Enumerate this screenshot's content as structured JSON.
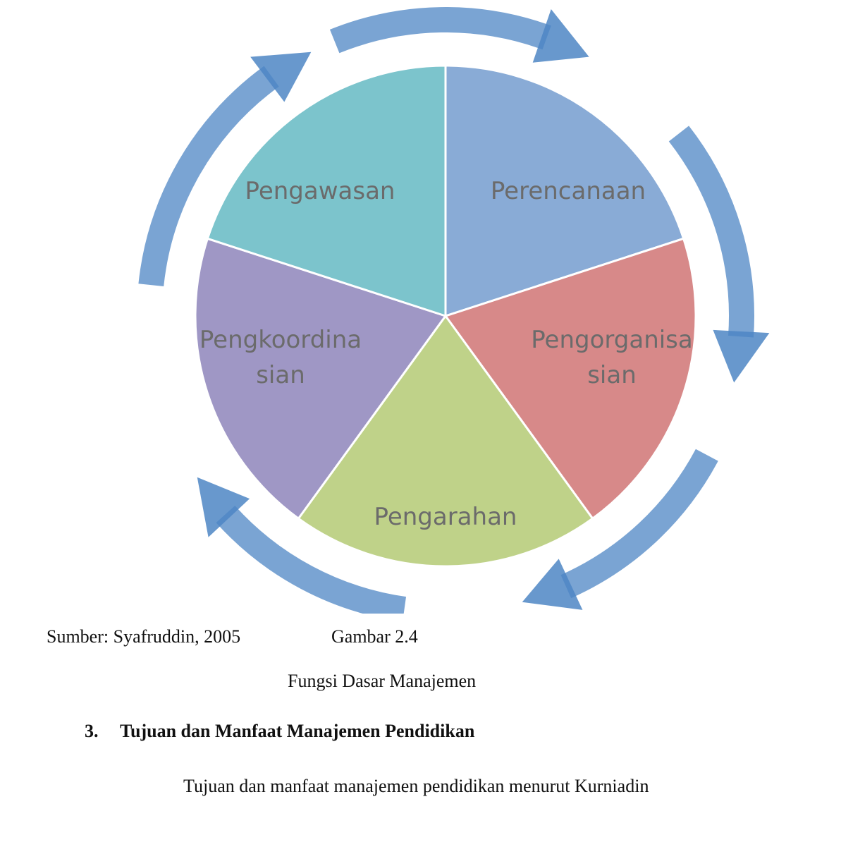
{
  "diagram": {
    "segments": [
      {
        "label_lines": [
          "Perencanaan"
        ],
        "color": "#5b8bc6"
      },
      {
        "label_lines": [
          "Pengorganisa",
          "sian"
        ],
        "color": "#c75b5b"
      },
      {
        "label_lines": [
          "Pengarahan"
        ],
        "color": "#a6c15b"
      },
      {
        "label_lines": [
          "Pengkoordina",
          "sian"
        ],
        "color": "#7a6fae"
      },
      {
        "label_lines": [
          "Pengawasan"
        ],
        "color": "#4aadb8"
      }
    ],
    "arrow_color": "#4d86c4"
  },
  "caption": {
    "source": "Sumber: Syafruddin, 2005",
    "figure_number": "Gambar 2.4",
    "figure_title": "Fungsi Dasar Manajemen"
  },
  "section": {
    "number": "3.",
    "title": "Tujuan dan Manfaat Manajemen Pendidikan"
  },
  "paragraph": {
    "text": "Tujuan dan manfaat manajemen pendidikan menurut Kurniadi",
    "last_char": "n"
  }
}
